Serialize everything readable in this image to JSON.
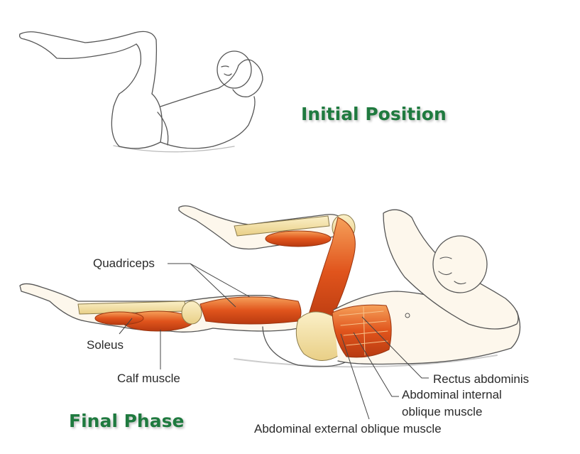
{
  "headings": {
    "initial": "Initial Position",
    "final": "Final Phase"
  },
  "labels": {
    "quadriceps": "Quadriceps",
    "soleus": "Soleus",
    "calf_muscle": "Calf muscle",
    "rectus_abdominis": "Rectus abdominis",
    "abdominal_internal_line1": "Abdominal internal",
    "abdominal_internal_line2": "oblique muscle",
    "abdominal_external": "Abdominal external oblique muscle"
  },
  "colors": {
    "heading": "#1f7a3f",
    "muscle": "#e0541c",
    "bone": "#f3dfa2",
    "outline": "#555555",
    "label_text": "#2a2a2a"
  }
}
